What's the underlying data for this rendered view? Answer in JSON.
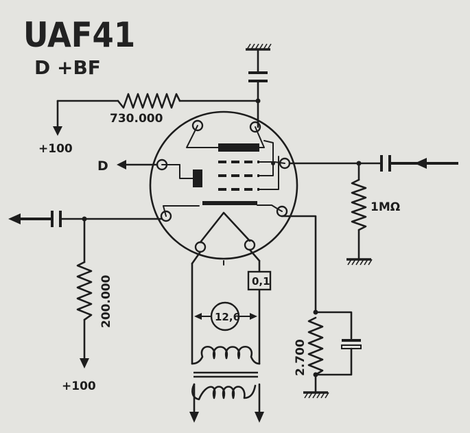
{
  "title": "UAF41",
  "subtitle": "D +BF",
  "labels": {
    "r_anode": "730.000",
    "supply_top": "+100",
    "diode": "D",
    "r_input": "1MΩ",
    "r_grid": "200.000",
    "supply_bottom": "+100",
    "cap_cathode": "0,1",
    "heater_voltage": "12,6",
    "r_cathode": "2.700"
  }
}
